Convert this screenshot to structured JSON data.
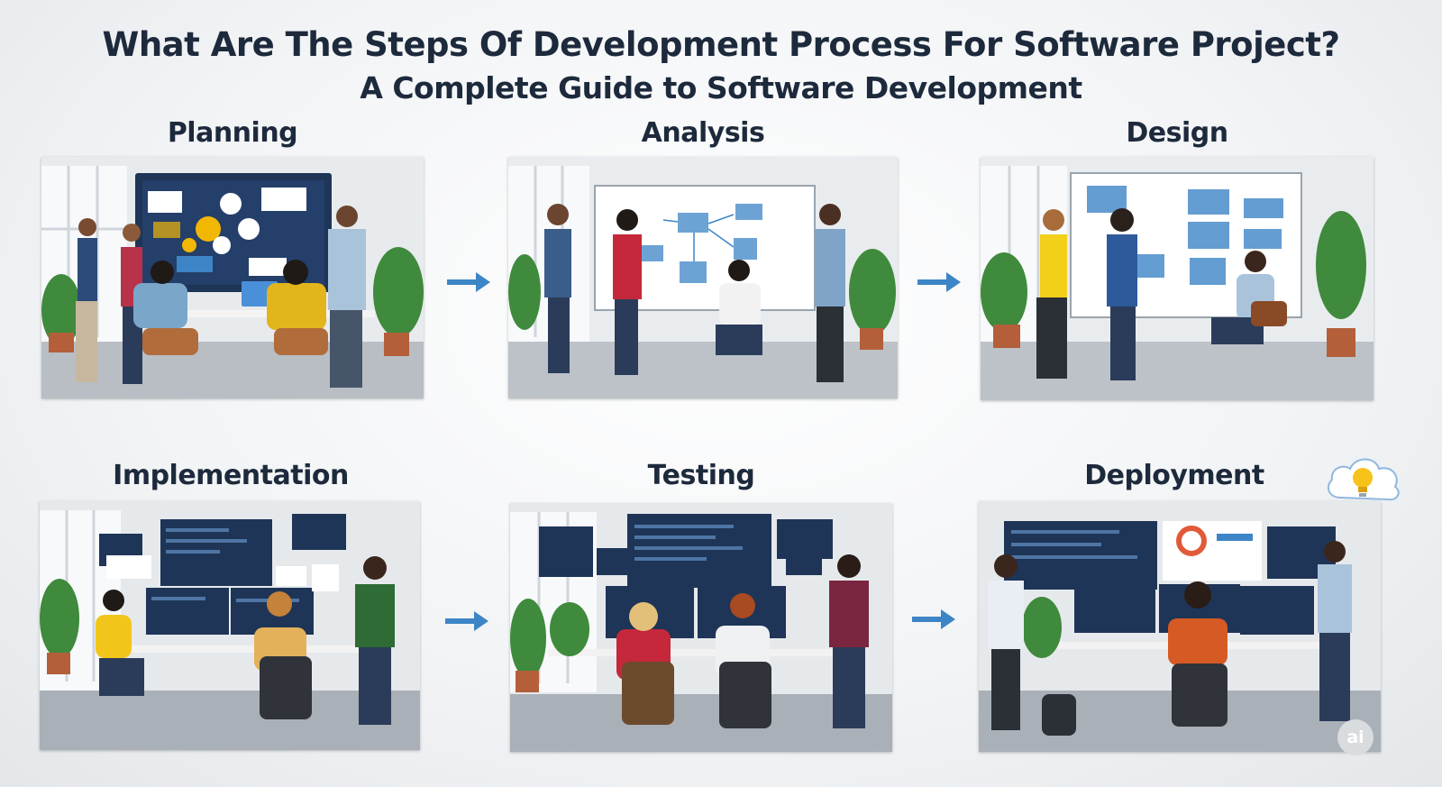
{
  "header": {
    "title": "What Are The Steps Of Development Process For Software Project?",
    "subtitle": "A Complete Guide to Software Development"
  },
  "steps": [
    {
      "label": "Planning",
      "scene": "team-meeting-around-dashboard-screen"
    },
    {
      "label": "Analysis",
      "scene": "team-analyzing-whiteboard-diagrams"
    },
    {
      "label": "Design",
      "scene": "team-sketching-wireframes-on-whiteboard"
    },
    {
      "label": "Implementation",
      "scene": "developers-coding-at-workstations"
    },
    {
      "label": "Testing",
      "scene": "qa-team-reviewing-code-screens"
    },
    {
      "label": "Deployment",
      "scene": "team-launching-with-dashboards"
    }
  ],
  "icons": {
    "flow_arrow": "right-arrow-icon",
    "corner": "cloud-lightbulb-icon",
    "badge": "ai-badge-icon"
  },
  "badge_text": "ai",
  "colors": {
    "title": "#1d2a3c",
    "arrow": "#3d85c6",
    "screen": "#1e3557",
    "accent": "#f2b705"
  }
}
